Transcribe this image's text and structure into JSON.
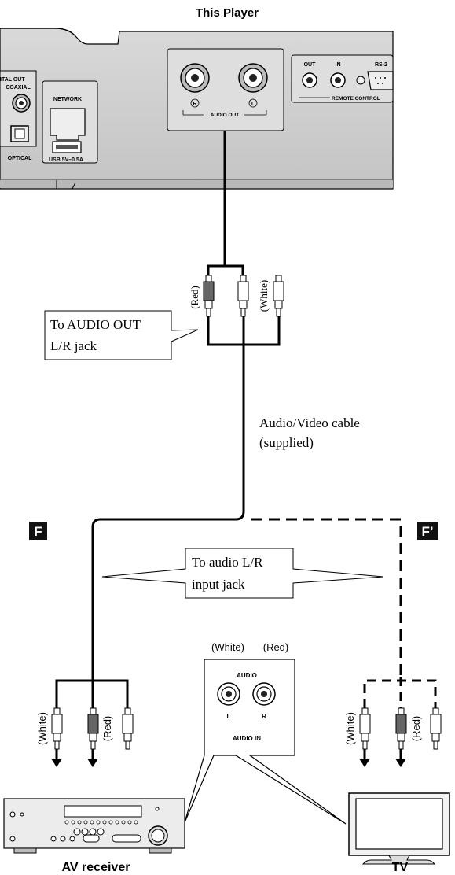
{
  "title": "This Player",
  "player": {
    "digital_out_label": "ITAL OUT",
    "coaxial_label": "COAXIAL",
    "optical_label": "OPTICAL",
    "network_label": "NETWORK",
    "usb_label": "USB  5V–0.5A",
    "audio_out_r": "R",
    "audio_out_l": "L",
    "audio_out_label": "AUDIO OUT",
    "remote_out_label": "OUT",
    "remote_in_label": "IN",
    "rs232_label": "RS-2",
    "remote_control_label": "REMOTE CONTROL"
  },
  "cable_top": {
    "red_label": "(Red)",
    "white_label": "(White)"
  },
  "callout_audio_out": {
    "line1": "To AUDIO OUT",
    "line2": "L/R jack"
  },
  "cable_label": {
    "line1": "Audio/Video cable",
    "line2": "(supplied)"
  },
  "markers": {
    "f": "F",
    "f_prime": "F’"
  },
  "callout_audio_in": {
    "line1": "To audio L/R",
    "line2": "input jack"
  },
  "audio_in_panel": {
    "white_label": "(White)",
    "red_label": "(Red)",
    "audio_label": "AUDIO",
    "l_label": "L",
    "r_label": "R",
    "audio_in_label": "AUDIO IN"
  },
  "left_plugs": {
    "white_label": "(White)",
    "red_label": "(Red)"
  },
  "right_plugs": {
    "white_label": "(White)",
    "red_label": "(Red)"
  },
  "devices": {
    "av_receiver": "AV receiver",
    "tv": "TV"
  }
}
